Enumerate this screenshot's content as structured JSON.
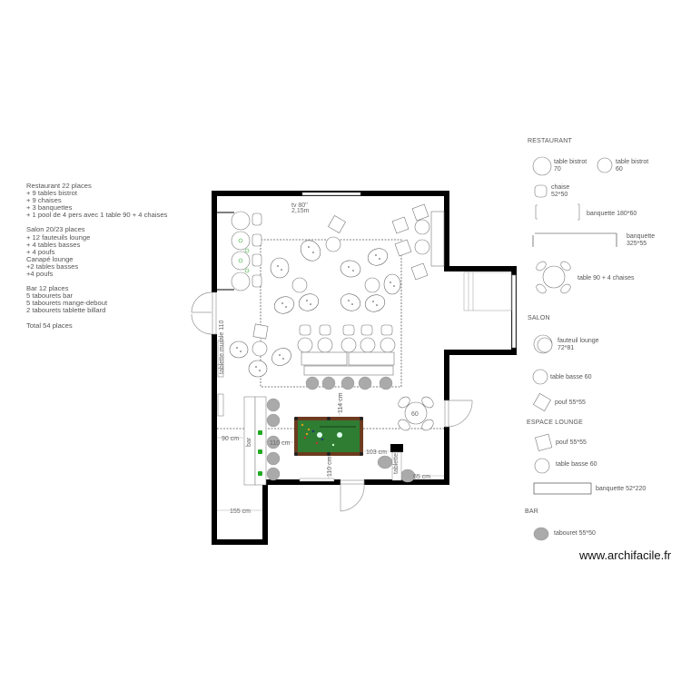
{
  "notes": {
    "restaurant": [
      "Restaurant 22 places",
      "+ 9 tables bistrot",
      "+ 9 chaises",
      "+ 3 banquettes",
      "+ 1 pool de 4 pers avec 1 table 90 + 4 chaises"
    ],
    "salon": [
      "Salon 20/23 places",
      "+ 12 fauteuils lounge",
      "+ 4 tables basses",
      "+ 4 poufs",
      "Canapé lounge",
      "+2 tables basses",
      "+4 poufs"
    ],
    "bar": [
      "Bar 12 places",
      "5 tabourets bar",
      "5 tabourets mange-debout",
      "2 tabourets tablette billard"
    ],
    "total": "Total 54 places"
  },
  "legend": {
    "restaurant_heading": "RESTAURANT",
    "table_bistrot_70": "table bistrot\n70",
    "table_bistrot_60": "table bistrot\n60",
    "chaise": "chaise\n52*50",
    "banquette_180": "banquette 180*60",
    "banquette_325": "banquette\n325*55",
    "table_90": "table 90 + 4 chaises",
    "salon_heading": "SALON",
    "fauteuil": "fauteuil lounge\n72*81",
    "table_basse_salon": "table basse 60",
    "pouf_salon": "pouf  55*55",
    "lounge_heading": "ESPACE LOUNGE",
    "pouf_lounge": "pouf 55*55",
    "table_basse_lounge": "table basse 60",
    "banquette_lounge": "banquette 52*220",
    "bar_heading": "BAR",
    "tabouret": "tabouret 55*50"
  },
  "plan": {
    "tv_label": "tv 80''\n2,15m",
    "bar_label": "bar",
    "bench_label": "tablette murale",
    "bench_value": "110",
    "billard_tablet_label": "tablette",
    "table_60_label": "60",
    "dimensions": {
      "d114": "114 cm",
      "d90": "90 cm",
      "d110h": "110 cm",
      "d110v": "110 cm",
      "d103": "103 cm",
      "d65": "65 cm",
      "d155": "155 cm"
    },
    "colors": {
      "wall": "#000000",
      "billiard_felt": "#2e7d32",
      "billiard_frame": "#6d3b1f",
      "stool": "#aaaaaa",
      "fixture_green": "#33aa33"
    }
  },
  "watermark": "www.archifacile.fr"
}
